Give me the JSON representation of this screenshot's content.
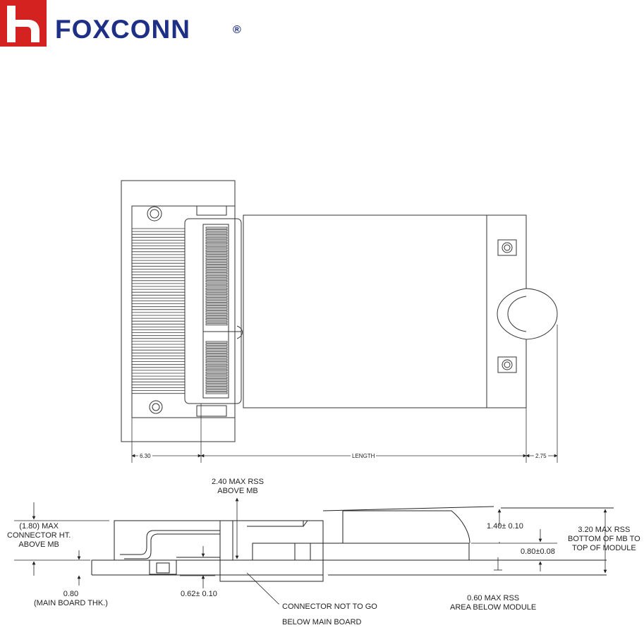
{
  "logo": {
    "brand": "FOXCONN",
    "registered": "®",
    "mark_color": "#d3221f",
    "text_color": "#1e2f86"
  },
  "top_view": {
    "dim_left": "6.30",
    "dim_middle": "LENGTH",
    "dim_right": "2.75"
  },
  "side_view": {
    "max_rss_above_mb": [
      "2.40 MAX RSS",
      "ABOVE MB"
    ],
    "connector_height": [
      "(1.80) MAX",
      "CONNECTOR HT.",
      "ABOVE MB"
    ],
    "main_board_thk": [
      "0.80",
      "(MAIN BOARD THK.)"
    ],
    "conn_offset": "0.62± 0.10",
    "module_top": "1.40± 0.10",
    "module_thk": "0.80±0.08",
    "max_rss_total": [
      "3.20 MAX RSS",
      "BOTTOM OF MB TO",
      "TOP OF MODULE"
    ],
    "rss_below": [
      "0.60 MAX RSS",
      "AREA BELOW MODULE"
    ],
    "connector_note": [
      "CONNECTOR NOT TO GO",
      "BELOW MAIN BOARD"
    ]
  }
}
